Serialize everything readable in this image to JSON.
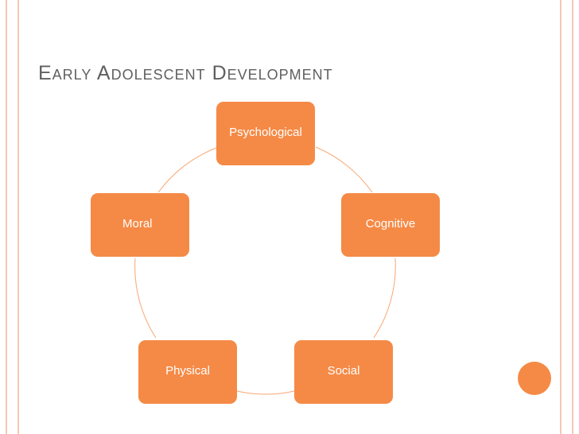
{
  "slide": {
    "title": "Early Adolescent Development"
  },
  "diagram": {
    "type": "cycle",
    "nodes": [
      {
        "id": "psychological",
        "label": "Psychological"
      },
      {
        "id": "cognitive",
        "label": "Cognitive"
      },
      {
        "id": "social",
        "label": "Social"
      },
      {
        "id": "physical",
        "label": "Physical"
      },
      {
        "id": "moral",
        "label": "Moral"
      }
    ]
  },
  "colors": {
    "accent": "#f58a46",
    "title_text": "#5f5f5f",
    "frame": "#f6c7b4",
    "node_text": "#ffffff"
  }
}
